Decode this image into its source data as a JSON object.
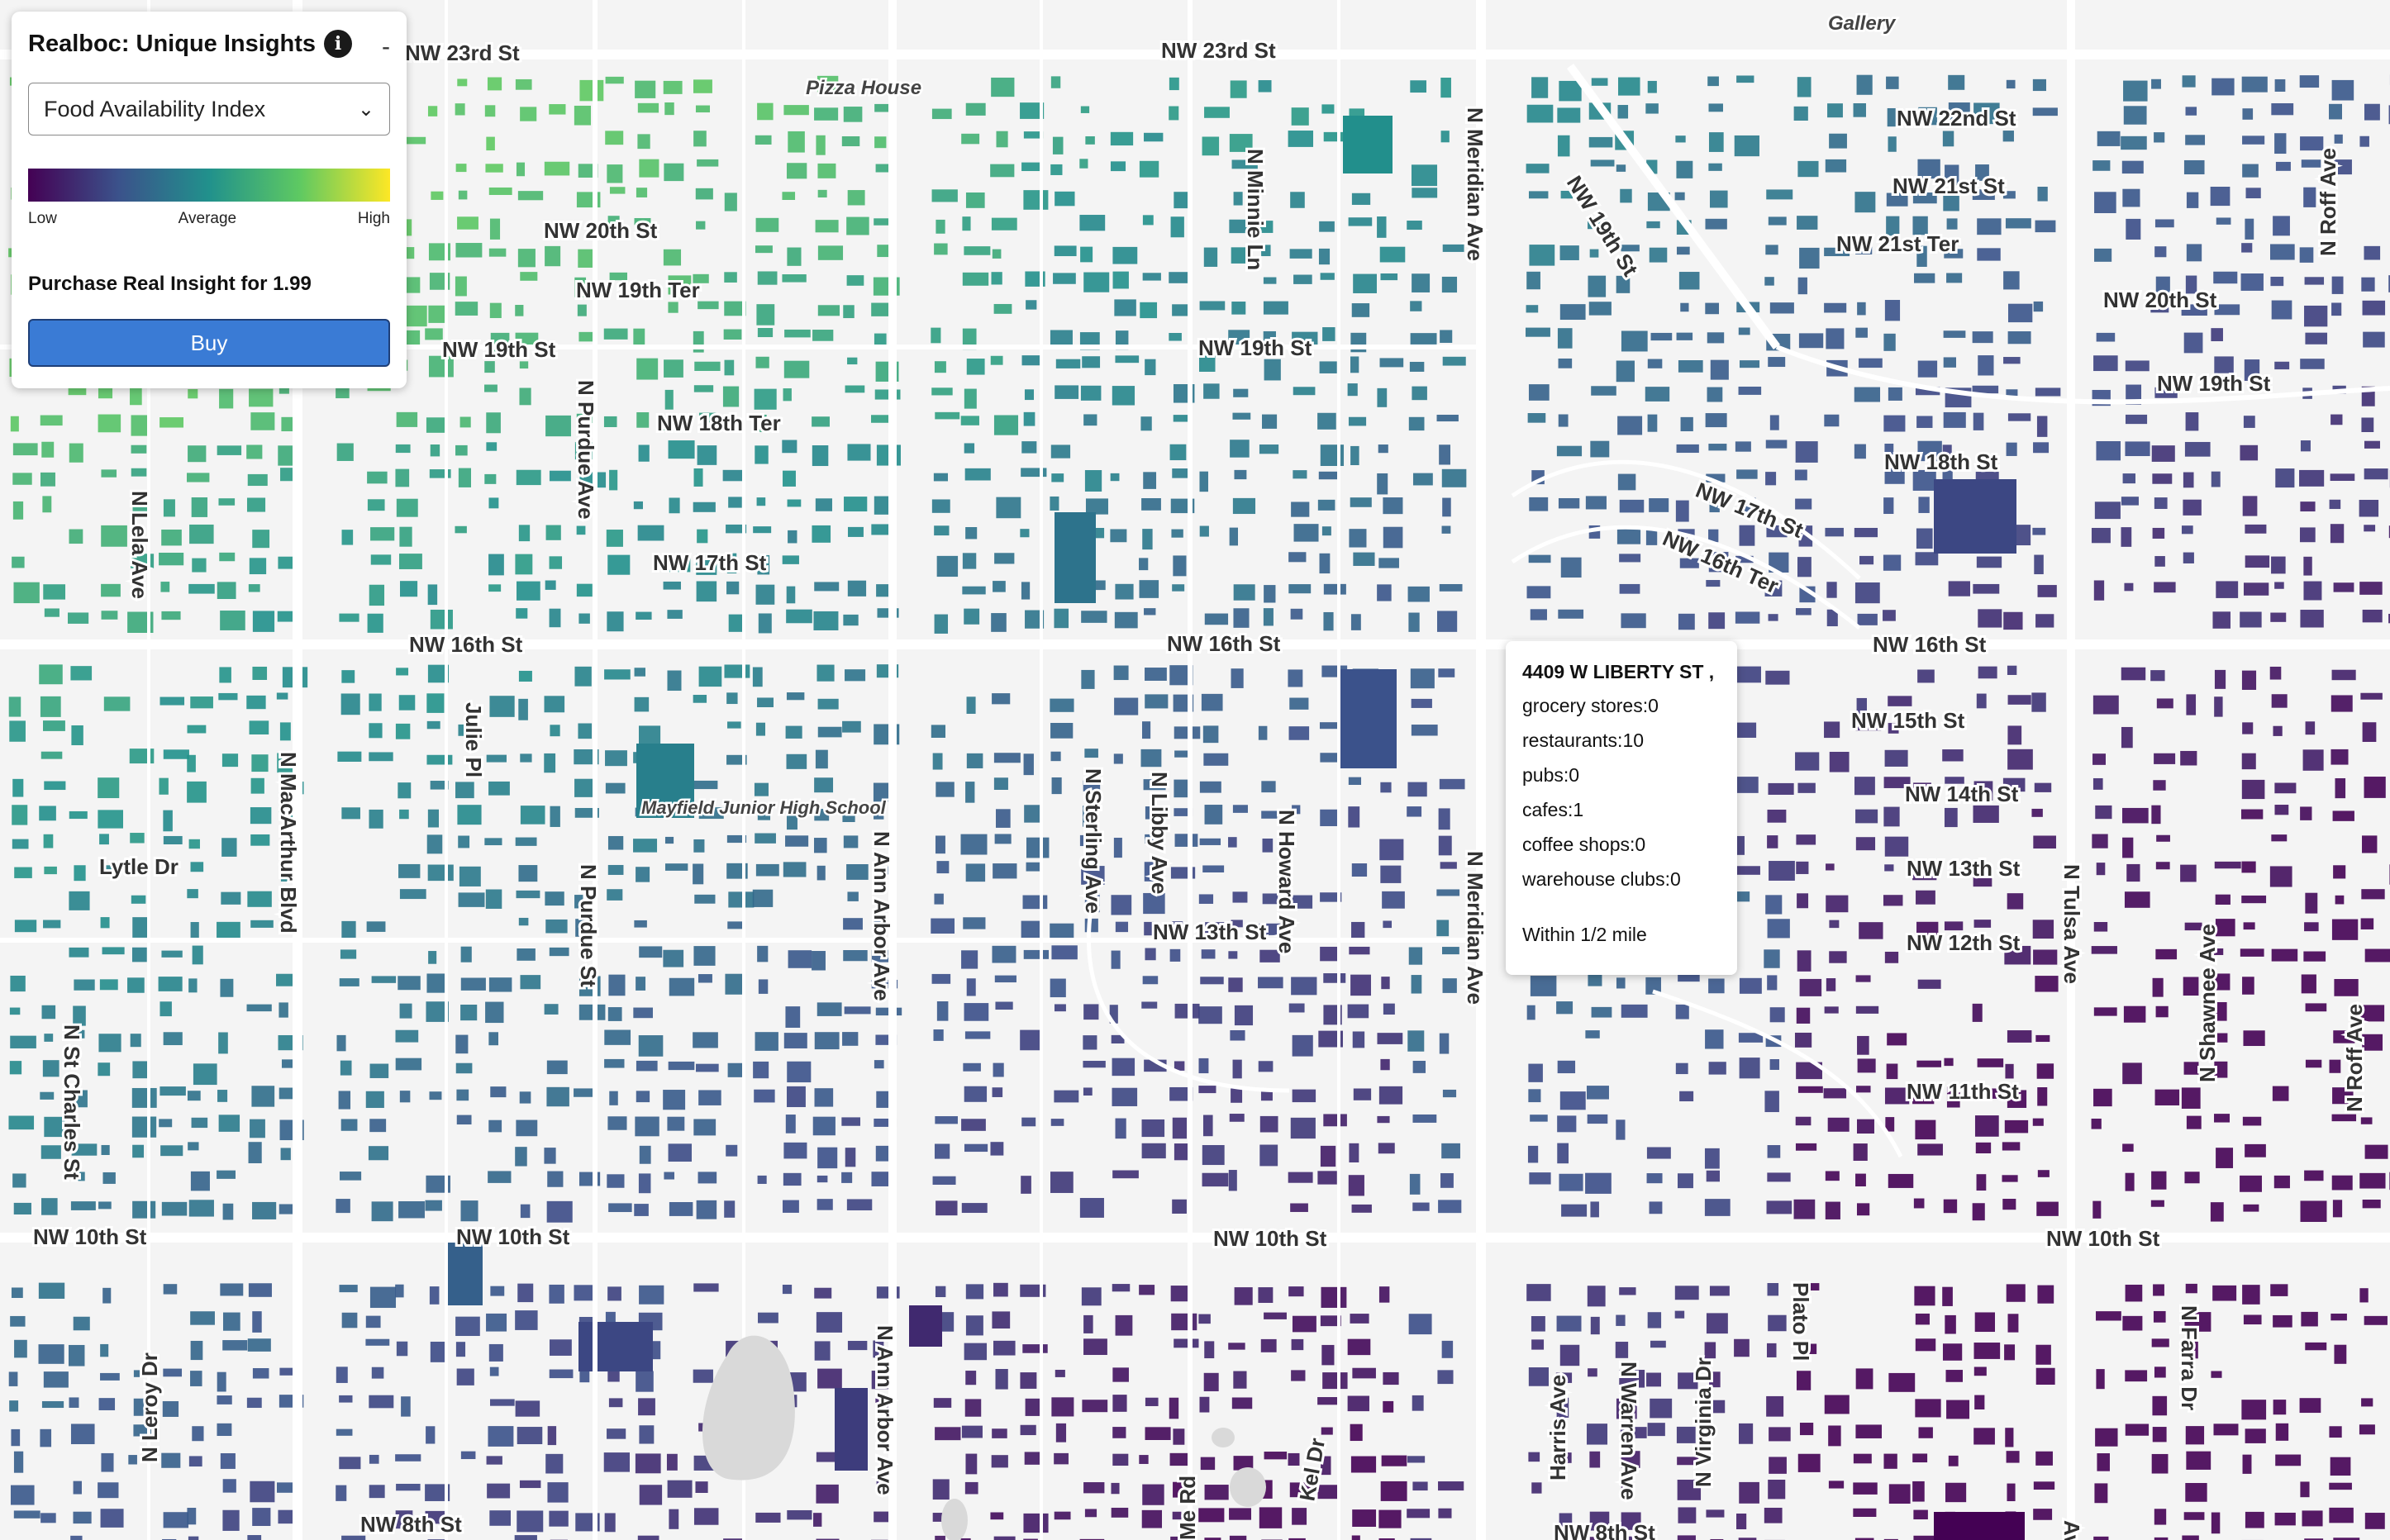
{
  "panel": {
    "title": "Realboc: Unique Insights",
    "info_icon": "i",
    "collapse_label": "-",
    "select_value": "Food Availability Index",
    "legend": {
      "low": "Low",
      "average": "Average",
      "high": "High"
    },
    "purchase_text": "Purchase Real Insight for 1.99",
    "buy_label": "Buy"
  },
  "colors": {
    "low": "#440154",
    "mid_low": "#3b528b",
    "average": "#21918c",
    "mid_high": "#5ec962",
    "high": "#fde725",
    "buy_button": "#3a7bd5"
  },
  "popup": {
    "address": "4409 W LIBERTY ST ,",
    "grocery": "grocery stores:0",
    "restaurants": "restaurants:10",
    "pubs": "pubs:0",
    "cafes": "cafes:1",
    "coffee": "coffee shops:0",
    "warehouse": "warehouse clubs:0",
    "footer": "Within 1/2 mile"
  },
  "map": {
    "streets": {
      "nw23_a": "NW 23rd St",
      "nw23_b": "NW 23rd St",
      "nw22": "NW 22nd St",
      "nw21": "NW 21st St",
      "nw21ter": "NW 21st Ter",
      "nw20_a": "NW 20th St",
      "nw20_b": "NW 20th St",
      "nw19ter": "NW 19th Ter",
      "nw19_a": "NW 19th St",
      "nw19_b": "NW 19th St",
      "nw19_c": "NW 19th St",
      "nw19_d": "NW 19th St",
      "nw18ter": "NW 18th Ter",
      "nw18": "NW 18th St",
      "nw17_a": "NW 17th St",
      "nw17_b": "NW 17th St",
      "nw16ter": "NW 16th Ter",
      "nw16_a": "NW 16th St",
      "nw16_b": "NW 16th St",
      "nw16_c": "NW 16th St",
      "nw15": "NW 15th St",
      "nw14": "NW 14th St",
      "nw13_a": "NW 13th St",
      "nw13_b": "NW 13th St",
      "nw12": "NW 12th St",
      "nw11": "NW 11th St",
      "nw10_a": "NW 10th St",
      "nw10_b": "NW 10th St",
      "nw10_c": "NW 10th St",
      "nw10_d": "NW 10th St",
      "nw8_a": "NW 8th St",
      "nw8_b": "NW 8th St",
      "lytle": "Lytle Dr",
      "meridian_a": "N Meridian Ave",
      "meridian_b": "N Meridian Ave",
      "minnie": "N Minnie Ln",
      "purdue_a": "N Purdue Ave",
      "purdue_b": "N Purdue St",
      "lela": "N Lela Ave",
      "macarthur": "N MacArthur Blvd",
      "julie": "Julie Pl",
      "annarbor_a": "N Ann Arbor Ave",
      "annarbor_b": "N Ann Arbor Ave",
      "sterling": "N Sterling Ave",
      "libby": "N Libby Ave",
      "howard": "N Howard Ave",
      "tulsa": "N Tulsa Ave",
      "shawnee": "N Shawnee Ave",
      "roff_a": "N Roff Ave",
      "roff_b": "N Roff Ave",
      "stcharles": "N St Charles St",
      "leroy": "N Leroy Dr",
      "plato": "Plato Pl",
      "harris": "Harris Ave",
      "warren": "N Warren Ave",
      "virginia": "N Virginia Dr",
      "farra": "N Farra Dr",
      "kel": "Kel Dr",
      "me": "Me Rd",
      "ave_edge": "Ave"
    },
    "pois": {
      "pizza": "Pizza House",
      "gallery": "Gallery",
      "school": "Mayfield Junior High School"
    }
  }
}
